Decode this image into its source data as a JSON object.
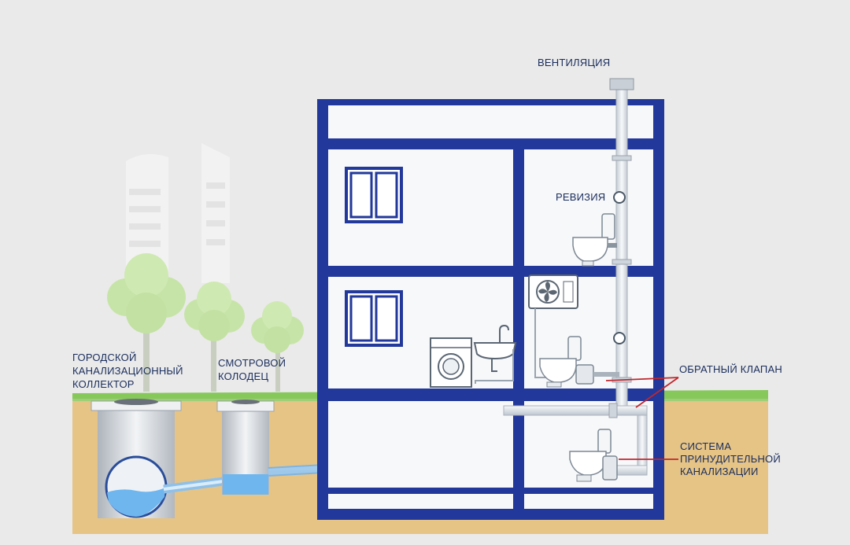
{
  "labels": {
    "ventilation": "ВЕНТИЛЯЦИЯ",
    "revision": "РЕВИЗИЯ",
    "check_valve": "ОБРАТНЫЙ КЛАПАН",
    "forced_system": [
      "СИСТЕМА",
      "ПРИНУДИТЕЛЬНОЙ",
      "КАНАЛИЗАЦИИ"
    ],
    "city_collector": [
      "ГОРОДСКОЙ",
      "КАНАЛИЗАЦИОННЫЙ",
      "КОЛЛЕКТОР"
    ],
    "inspection_well": [
      "СМОТРОВОЙ",
      "КОЛОДЕЦ"
    ]
  },
  "colors": {
    "frame": "#22389a",
    "ground": "#e6c486",
    "grass": "#86c85a",
    "pipe": "#dfe4ea",
    "water": "#6fb6ef",
    "pointer": "#c0272d"
  }
}
